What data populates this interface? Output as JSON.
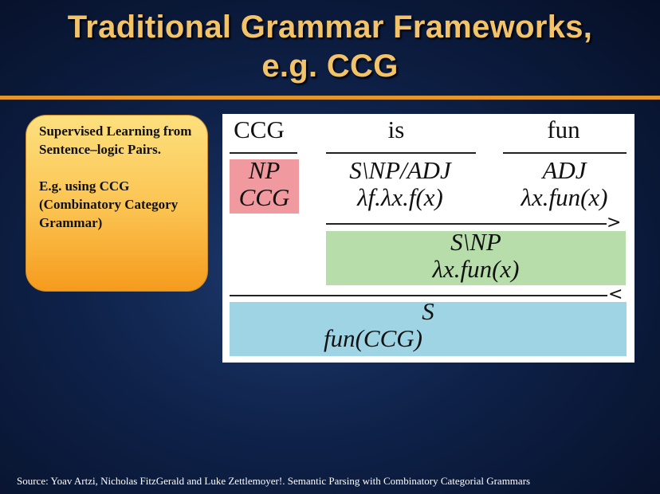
{
  "slide": {
    "title_line1": "Traditional Grammar Frameworks,",
    "title_line2": "e.g. CCG"
  },
  "callout": {
    "para1": "Supervised Learning from Sentence–logic Pairs.",
    "para2": "E.g. using CCG (Combinatory Category Grammar)"
  },
  "derivation": {
    "words": [
      "CCG",
      "is",
      "fun"
    ],
    "lexical": [
      {
        "category": "NP",
        "semantics": "CCG"
      },
      {
        "category": "S\\NP/ADJ",
        "semantics": "λf.λx.f(x)"
      },
      {
        "category": "ADJ",
        "semantics": "λx.fun(x)"
      }
    ],
    "step1": {
      "rule": ">",
      "category": "S\\NP",
      "semantics": "λx.fun(x)"
    },
    "step2": {
      "rule": "<",
      "category": "S",
      "semantics": "fun(CCG)"
    },
    "colors": {
      "np_box": "#f09a9f",
      "step1_box": "#b7ddab",
      "step2_box": "#9fd4e4"
    }
  },
  "footer": {
    "source": "Source: Yoav Artzi, Nicholas FitzGerald and Luke Zettlemoyer!. Semantic Parsing with Combinatory Categorial Grammars"
  }
}
